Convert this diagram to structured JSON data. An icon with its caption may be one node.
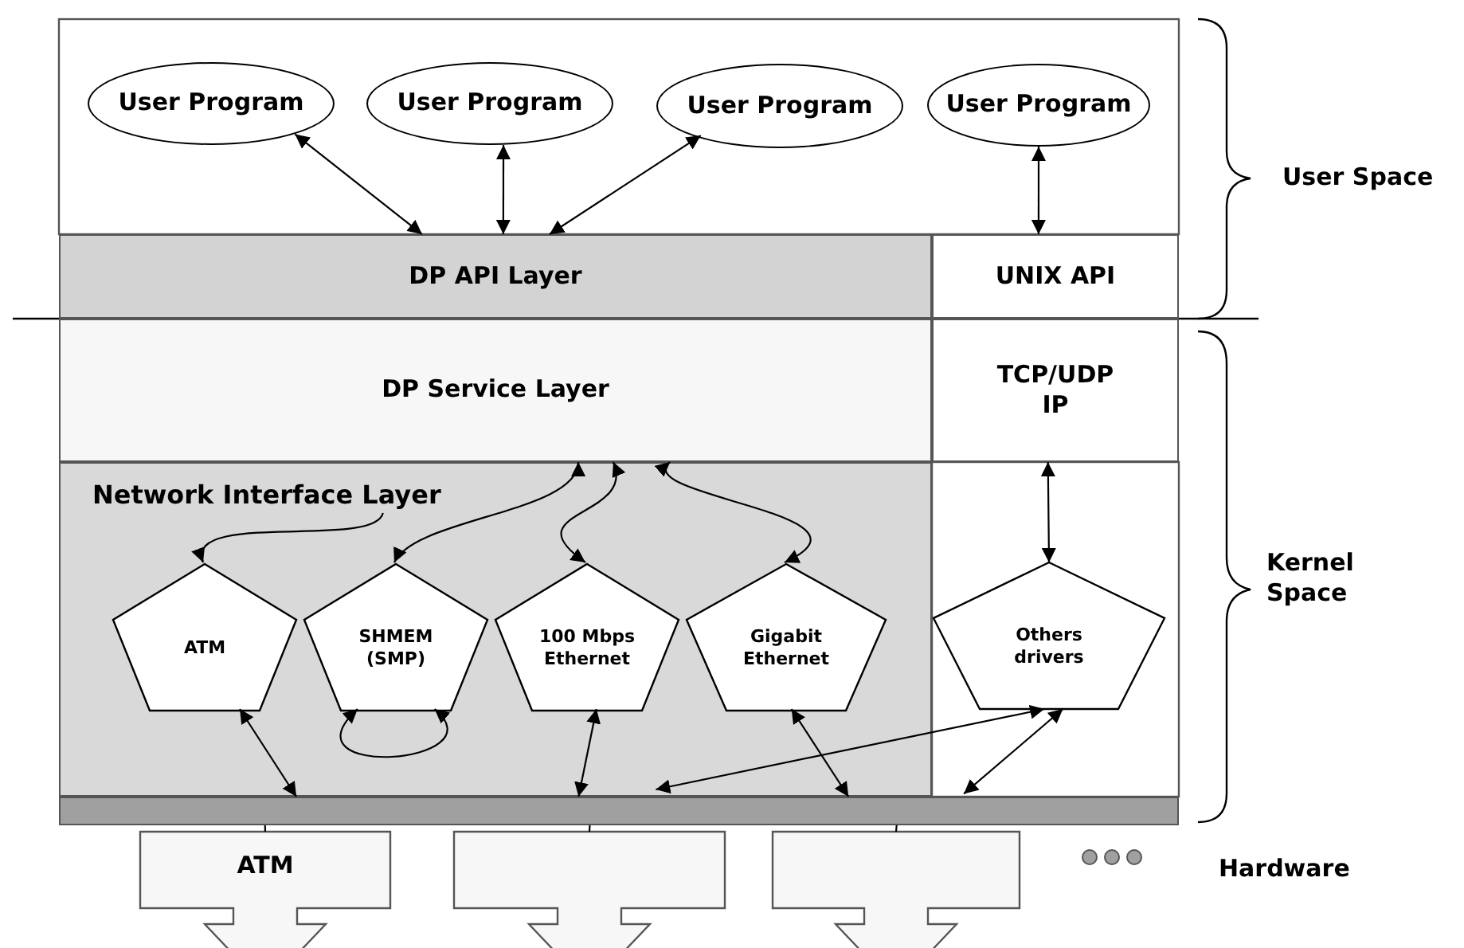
{
  "diagram": {
    "nodes": [
      {
        "text": [
          "User Program"
        ]
      },
      {
        "text": [
          "User Program"
        ]
      },
      {
        "text": [
          "User Program"
        ]
      },
      {
        "text": [
          "User Program"
        ]
      },
      {
        "text": [
          "DP API Layer"
        ]
      },
      {
        "text": [
          "UNIX API"
        ]
      },
      {
        "text": [
          "DP Service Layer"
        ]
      },
      {
        "text": [
          "TCP/UDP IP"
        ]
      },
      {
        "text": [],
        "shape": "box"
      },
      {
        "text": [
          "Network Interface Layer"
        ],
        "in": 8
      },
      {
        "text": [
          "ATM"
        ],
        "in": 8
      },
      {
        "text": [
          "SHMEM (SMP)"
        ],
        "in": 8
      },
      {
        "text": [
          "100 Mbps Ethernet"
        ],
        "in": 8
      },
      {
        "text": [
          "Gigabit Ethernet"
        ],
        "in": 8
      },
      {
        "text": [
          "Others drivers"
        ]
      },
      {
        "text": [],
        "shape": "bar"
      },
      {
        "text": [
          "ATM"
        ]
      },
      {
        "text": [],
        "shape": "arrow"
      },
      {
        "text": [],
        "shape": "arrow"
      }
    ],
    "edges": [
      {
        "from": 0,
        "to": 4,
        "arrow": "both"
      },
      {
        "from": 1,
        "to": 4,
        "arrow": "both"
      },
      {
        "from": 2,
        "to": 4,
        "arrow": "both"
      },
      {
        "from": 3,
        "to": 5,
        "arrow": "both"
      },
      {
        "from": 9,
        "to": 10,
        "arrow": "to"
      },
      {
        "from": 6,
        "to": 11,
        "arrow": "both"
      },
      {
        "from": 6,
        "to": 12,
        "arrow": "both"
      },
      {
        "from": 6,
        "to": 13,
        "arrow": "both"
      },
      {
        "from": 7,
        "to": 14,
        "arrow": "both"
      },
      {
        "from": 11,
        "to": 11,
        "arrow": "both"
      },
      {
        "from": 10,
        "to": 15,
        "arrow": "both"
      },
      {
        "from": 12,
        "to": 15,
        "arrow": "both"
      },
      {
        "from": 13,
        "to": 15,
        "arrow": "both"
      },
      {
        "from": 14,
        "to": 15,
        "arrow": "both"
      },
      {
        "from": 14,
        "to": 15,
        "arrow": "both"
      },
      {
        "from": 15,
        "to": 16,
        "arrow": "none"
      },
      {
        "from": 15,
        "to": 17,
        "arrow": "none"
      },
      {
        "from": 15,
        "to": 18,
        "arrow": "none"
      }
    ],
    "labels": [
      "User Space",
      "Kernel Space",
      "Hardware"
    ]
  }
}
